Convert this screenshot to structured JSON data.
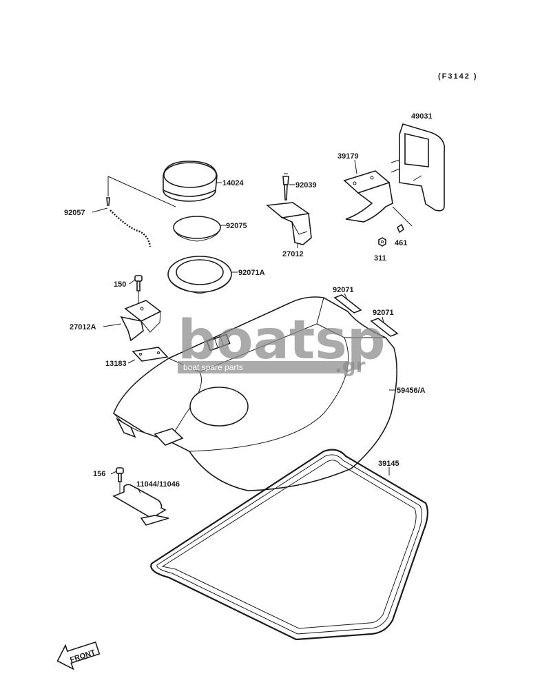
{
  "diagram_code": "(F3142 )",
  "watermark": {
    "brand": "boatsp",
    "tagline": "boat spare parts",
    "suffix": ".gr"
  },
  "front_label": "FRONT",
  "parts": {
    "p49031": "49031",
    "p39179": "39179",
    "p14024": "14024",
    "p92039": "92039",
    "p92057": "92057",
    "p92075": "92075",
    "p27012": "27012",
    "p461": "461",
    "p311": "311",
    "p92071A": "92071A",
    "p150": "150",
    "p92071_left": "92071",
    "p92071_right": "92071",
    "p27012A": "27012A",
    "p13183": "13183",
    "p59456A": "59456/A",
    "p39145": "39145",
    "p156": "156",
    "p11044": "11044/11046"
  }
}
